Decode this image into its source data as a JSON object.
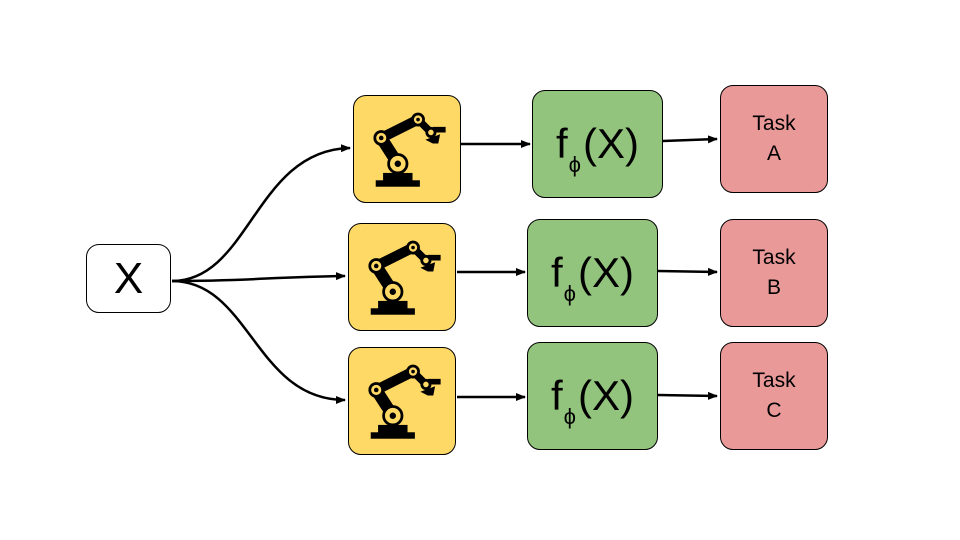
{
  "input": {
    "label": "X"
  },
  "rows": [
    {
      "robot_icon": "robot-arm-icon",
      "function": {
        "base": "f",
        "subscript": "ϕ",
        "argument": "(X)"
      },
      "task": {
        "word": "Task",
        "letter": "A"
      }
    },
    {
      "robot_icon": "robot-arm-icon",
      "function": {
        "base": "f",
        "subscript": "ϕ",
        "argument": "(X)"
      },
      "task": {
        "word": "Task",
        "letter": "B"
      }
    },
    {
      "robot_icon": "robot-arm-icon",
      "function": {
        "base": "f",
        "subscript": "ϕ",
        "argument": "(X)"
      },
      "task": {
        "word": "Task",
        "letter": "C"
      }
    }
  ],
  "colors": {
    "robot_box": "#ffd966",
    "function_box": "#93c47d",
    "task_box": "#ea9999",
    "stroke": "#000000"
  }
}
